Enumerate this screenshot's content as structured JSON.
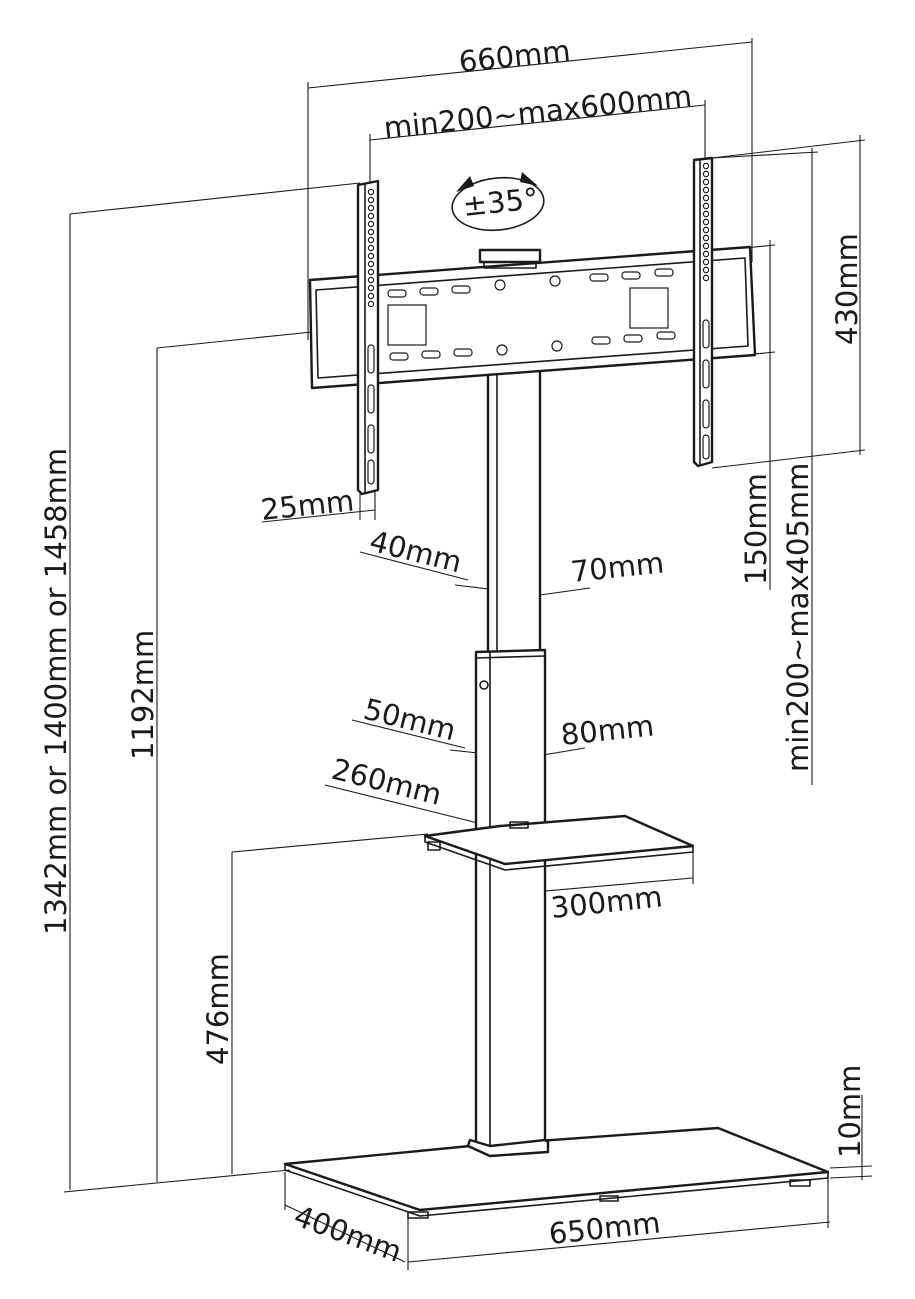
{
  "labels": {
    "overall_width": "660mm",
    "vesa_horizontal": "min200~max600mm",
    "tilt": "±35°",
    "bracket_height": "430mm",
    "bracket_thickness": "25mm",
    "upper_pole_depth": "40mm",
    "upper_pole_width": "70mm",
    "vesa_vertical_offset": "150mm",
    "vesa_vertical": "min200~max405mm",
    "lower_pole_depth": "50mm",
    "lower_pole_width": "80mm",
    "shelf_depth": "260mm",
    "shelf_width": "300mm",
    "total_height": "1342mm or 1400mm or 1458mm",
    "bracket_center_height": "1192mm",
    "shelf_height": "476mm",
    "base_thickness": "10mm",
    "base_depth": "400mm",
    "base_width": "650mm"
  },
  "colors": {
    "line": "#1a1a1a",
    "background": "#ffffff"
  },
  "icons": {
    "tilt_arrows": "curved-arrow-icon"
  }
}
